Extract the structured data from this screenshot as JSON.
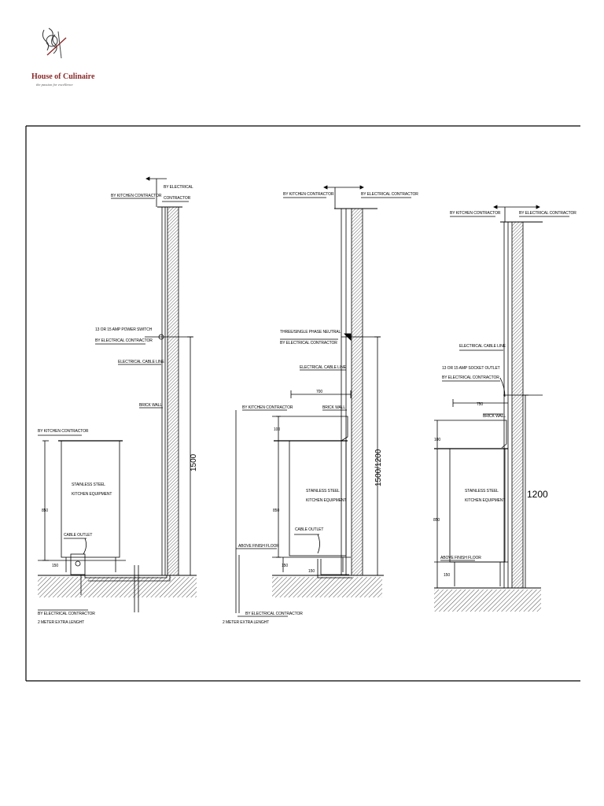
{
  "logo": {
    "brand_text": "House of Culinaire",
    "tagline": "the passion for excellence"
  },
  "panels": [
    {
      "top_left_label": "BY KITCHEN CONTRACTOR",
      "top_right_label_1": "BY ELECTRICAL",
      "top_right_label_2": "CONTRACTOR",
      "switch_label_1": "13 OR 15 AMP POWER SWITCH",
      "switch_label_2": "BY ELECTRICAL CONTRACTOR",
      "cable_line": "ELECTRICAL CABLE LINE",
      "brick_wall": "BRICK WALL",
      "equip_contractor": "BY KITCHEN CONTRACTOR",
      "equip_label_1": "STAINLESS STEEL",
      "equip_label_2": "KITCHEN EQUIPMENT",
      "dim_850": "850",
      "dim_150": "150",
      "cable_outlet": "CABLE OUTLET",
      "height_dim": "1500",
      "bottom_label_1": "BY ELECTRICAL CONTRACTOR",
      "bottom_label_2": "2 METER EXTRA LENGHT"
    },
    {
      "top_left_label": "BY KITCHEN CONTRACTOR",
      "top_right_label": "BY ELECTRICAL CONTRACTOR",
      "neutral_label_1": "THREE/SINGLE PHASE NEUTRAL",
      "neutral_label_2": "BY ELECTRICAL CONTRACTOR",
      "cable_line": "ELECTRICAL CABLE LINE",
      "dim_700": "700",
      "kitchen_contractor": "BY KITCHEN CONTRACTOR",
      "brick_wall": "BRICK WALL",
      "dim_100": "100",
      "equip_label_1": "STAINLESS STEEL",
      "equip_label_2": "KITCHEN EQUIPMENT",
      "dim_850": "850",
      "cable_outlet": "CABLE OUTLET",
      "above_floor": "ABOVE FINISH FLOOR",
      "dim_150": "150",
      "dim_150b": "150",
      "height_dim": "1500/1200",
      "bottom_label_1": "BY ELECTRICAL CONTRACTOR",
      "bottom_label_2": "2 METER EXTRA LENGHT"
    },
    {
      "top_left_label": "BY KITCHEN CONTRACTOR",
      "top_right_label": "BY ELECTRICAL CONTRACTOR",
      "cable_line": "ELECTRICAL CABLE LINE",
      "socket_label_1": "13 OR 15 AMP SOCKET OUTLET",
      "socket_label_2": "BY ELECTRICAL CONTRACTOR",
      "dim_750": "750",
      "brick_wall": "BRICK WALL",
      "dim_100": "100",
      "equip_label_1": "STAINLESS STEEL",
      "equip_label_2": "KITCHEN EQUIPMENT",
      "dim_850": "850",
      "above_floor": "ABOVE FINISH FLOOR",
      "dim_150": "150",
      "height_dim": "1200"
    }
  ]
}
